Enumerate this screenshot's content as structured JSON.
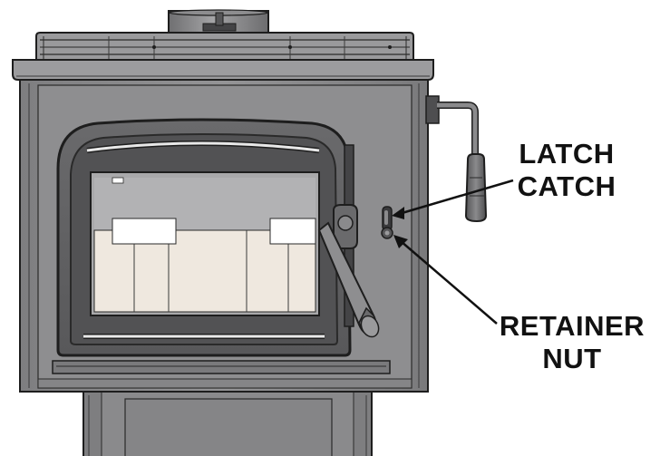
{
  "callouts": {
    "latch_catch": {
      "line1": "LATCH",
      "line2": "CATCH"
    },
    "retainer_nut": {
      "line1": "RETAINER",
      "line2": "NUT"
    }
  },
  "colors": {
    "stove_body": "#8c8c8e",
    "stove_dark": "#5e5e60",
    "outline": "#1e1e1e",
    "glass": "#a9a9ab",
    "firebrick": "#efe8df",
    "label_text": "#111111"
  }
}
